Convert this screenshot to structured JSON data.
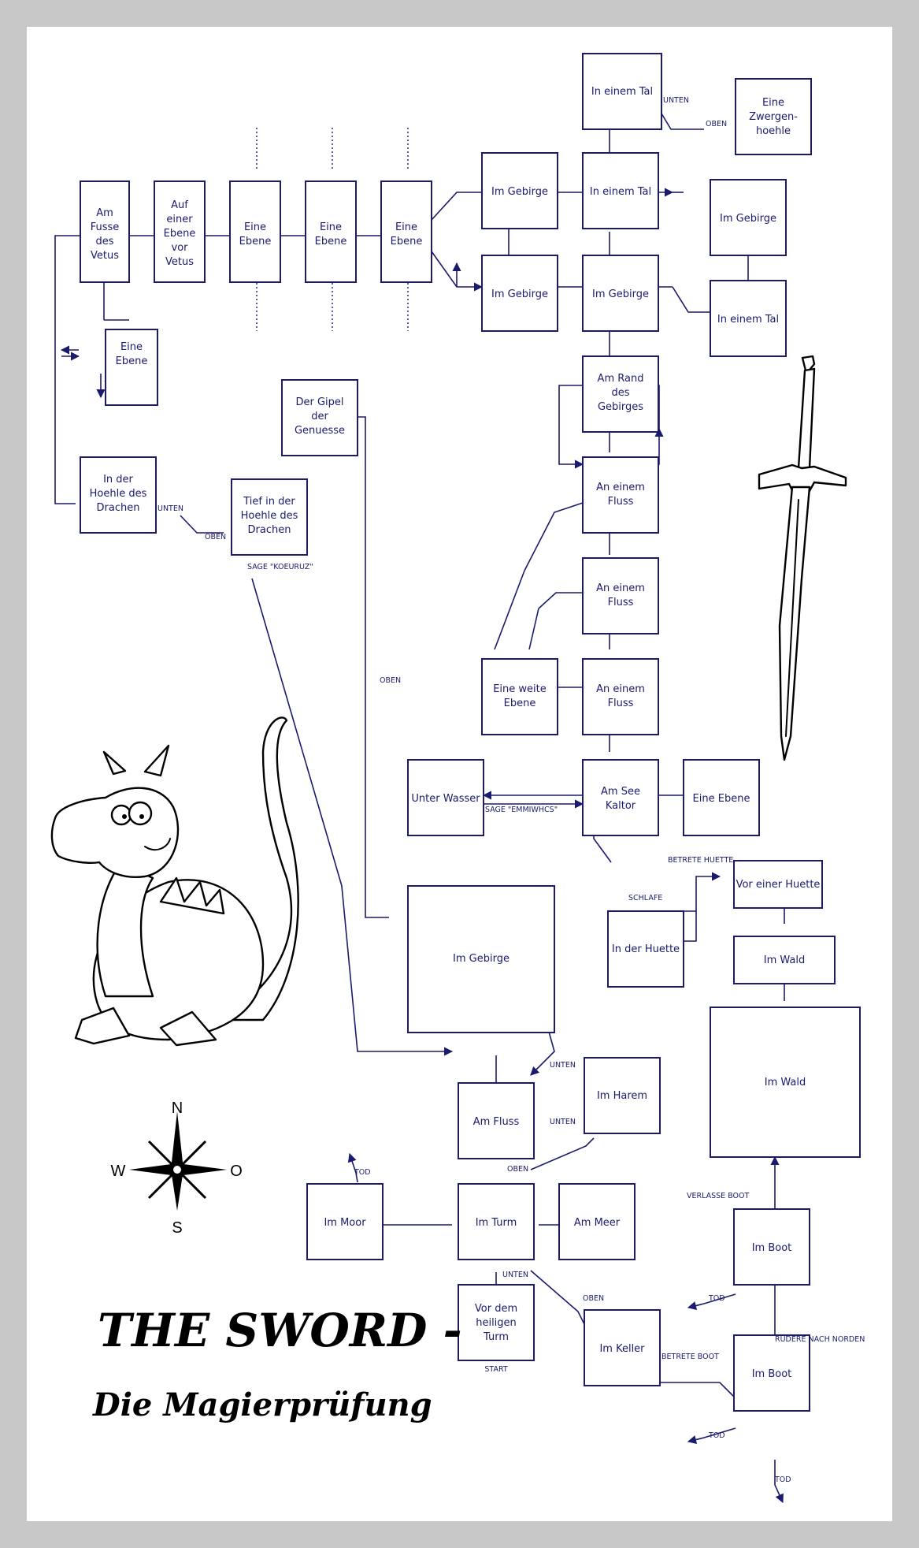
{
  "title": {
    "line1": "THE SWORD -",
    "line2": "Die Magierprüfung"
  },
  "compass": {
    "n": "N",
    "s": "S",
    "w": "W",
    "o": "O"
  },
  "colors": {
    "ink": "#1a1a6e",
    "frame": "#c8c8c8"
  },
  "rooms": [
    {
      "id": "tal_top",
      "lines": [
        "In einem Tal"
      ]
    },
    {
      "id": "zwergenhoehle",
      "lines": [
        "Eine",
        "Zwergen-",
        "hoehle"
      ]
    },
    {
      "id": "am_fusse",
      "lines": [
        "Am",
        "Fusse",
        "des",
        "Vetus"
      ]
    },
    {
      "id": "auf_einer_ebene",
      "lines": [
        "Auf",
        "einer",
        "Ebene",
        "vor",
        "Vetus"
      ]
    },
    {
      "id": "ebene1",
      "lines": [
        "Eine",
        "Ebene"
      ]
    },
    {
      "id": "ebene2",
      "lines": [
        "Eine",
        "Ebene"
      ]
    },
    {
      "id": "ebene3",
      "lines": [
        "Eine",
        "Ebene"
      ]
    },
    {
      "id": "gebirge_a",
      "lines": [
        "Im Gebirge"
      ]
    },
    {
      "id": "tal_mid",
      "lines": [
        "In einem Tal"
      ]
    },
    {
      "id": "gebirge_right",
      "lines": [
        "Im Gebirge"
      ]
    },
    {
      "id": "gebirge_b",
      "lines": [
        "Im Gebirge"
      ]
    },
    {
      "id": "gebirge_c",
      "lines": [
        "Im Gebirge"
      ]
    },
    {
      "id": "tal_right",
      "lines": [
        "In einem Tal"
      ]
    },
    {
      "id": "eine_ebene_loop",
      "lines": [
        "Eine",
        "Ebene"
      ]
    },
    {
      "id": "gipel",
      "lines": [
        "Der Gipel",
        "der",
        "Genuesse"
      ]
    },
    {
      "id": "rand_gebirges",
      "lines": [
        "Am Rand",
        "des",
        "Gebirges"
      ]
    },
    {
      "id": "hoehle_drachen",
      "lines": [
        "In der",
        "Hoehle des",
        "Drachen"
      ]
    },
    {
      "id": "tief_hoehle",
      "lines": [
        "Tief in der",
        "Hoehle des",
        "Drachen"
      ]
    },
    {
      "id": "fluss1",
      "lines": [
        "An einem",
        "Fluss"
      ]
    },
    {
      "id": "fluss2",
      "lines": [
        "An einem",
        "Fluss"
      ]
    },
    {
      "id": "weite_ebene",
      "lines": [
        "Eine weite",
        "Ebene"
      ]
    },
    {
      "id": "fluss3",
      "lines": [
        "An einem",
        "Fluss"
      ]
    },
    {
      "id": "unter_wasser",
      "lines": [
        "Unter Wasser"
      ]
    },
    {
      "id": "see_kaltor",
      "lines": [
        "Am See",
        "Kaltor"
      ]
    },
    {
      "id": "ebene_see",
      "lines": [
        "Eine Ebene"
      ]
    },
    {
      "id": "vor_huette",
      "lines": [
        "Vor einer Huette"
      ]
    },
    {
      "id": "gebirge_big",
      "lines": [
        "Im Gebirge"
      ]
    },
    {
      "id": "in_huette",
      "lines": [
        "In der Huette"
      ]
    },
    {
      "id": "wald_small",
      "lines": [
        "Im Wald"
      ]
    },
    {
      "id": "wald_big",
      "lines": [
        "Im Wald"
      ]
    },
    {
      "id": "harem",
      "lines": [
        "Im Harem"
      ]
    },
    {
      "id": "am_fluss",
      "lines": [
        "Am Fluss"
      ]
    },
    {
      "id": "moor",
      "lines": [
        "Im Moor"
      ]
    },
    {
      "id": "turm",
      "lines": [
        "Im Turm"
      ]
    },
    {
      "id": "am_meer",
      "lines": [
        "Am Meer"
      ]
    },
    {
      "id": "boot1",
      "lines": [
        "Im Boot"
      ]
    },
    {
      "id": "vor_turm",
      "lines": [
        "Vor dem",
        "heiligen",
        "Turm"
      ]
    },
    {
      "id": "keller",
      "lines": [
        "Im Keller"
      ]
    },
    {
      "id": "boot2",
      "lines": [
        "Im Boot"
      ]
    }
  ],
  "edge_labels": {
    "unten_tal": "UNTEN",
    "oben_zwerg": "OBEN",
    "unten_hoehle": "UNTEN",
    "oben_tief": "OBEN",
    "sage_koeuruz": "SAGE \"KOEURUZ\"",
    "oben_gipel": "OBEN",
    "sage_emm": "SAGE \"EMMIWHCS\"",
    "betrete_huette": "BETRETE HUETTE",
    "schlafe": "SCHLAFE",
    "unten_harem1": "UNTEN",
    "unten_harem2": "UNTEN",
    "oben_turm": "OBEN",
    "tod_moor": "TOD",
    "verlasse_boot": "VERLASSE BOOT",
    "unten_turm": "UNTEN",
    "tod_boot1": "TOD",
    "oben_keller": "OBEN",
    "rudere": "RUDERE NACH NORDEN",
    "start": "START",
    "betrete_boot": "BETRETE BOOT",
    "tod_boot2a": "TOD",
    "tod_boot2b": "TOD"
  }
}
